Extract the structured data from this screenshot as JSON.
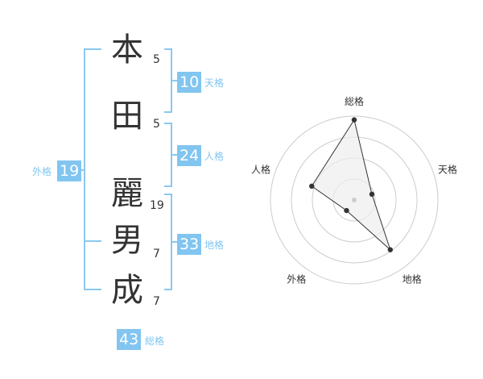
{
  "name": {
    "chars": [
      {
        "char": "本",
        "strokes": "5"
      },
      {
        "char": "田",
        "strokes": "5"
      },
      {
        "char": "麗",
        "strokes": "19"
      },
      {
        "char": "男",
        "strokes": "7"
      },
      {
        "char": "成",
        "strokes": "7"
      }
    ]
  },
  "fortunes": {
    "tenkaku": {
      "value": "10",
      "label": "天格"
    },
    "jinkaku": {
      "value": "24",
      "label": "人格"
    },
    "chikaku": {
      "value": "33",
      "label": "地格"
    },
    "gaikaku": {
      "value": "19",
      "label": "外格"
    },
    "soukaku": {
      "value": "43",
      "label": "総格"
    }
  },
  "chart_data": {
    "type": "radar",
    "axes": [
      "総格",
      "天格",
      "地格",
      "外格",
      "人格"
    ],
    "values": [
      43,
      10,
      33,
      7,
      24
    ],
    "rings": 4,
    "ring_max": 45,
    "colors": {
      "fill": "#eeeeee",
      "line": "#333333",
      "grid": "#cccccc",
      "point": "#333333",
      "center": "#cccccc"
    }
  },
  "colors": {
    "accent": "#81c5f0",
    "bracket": "#8cc8ef",
    "text": "#333333"
  }
}
